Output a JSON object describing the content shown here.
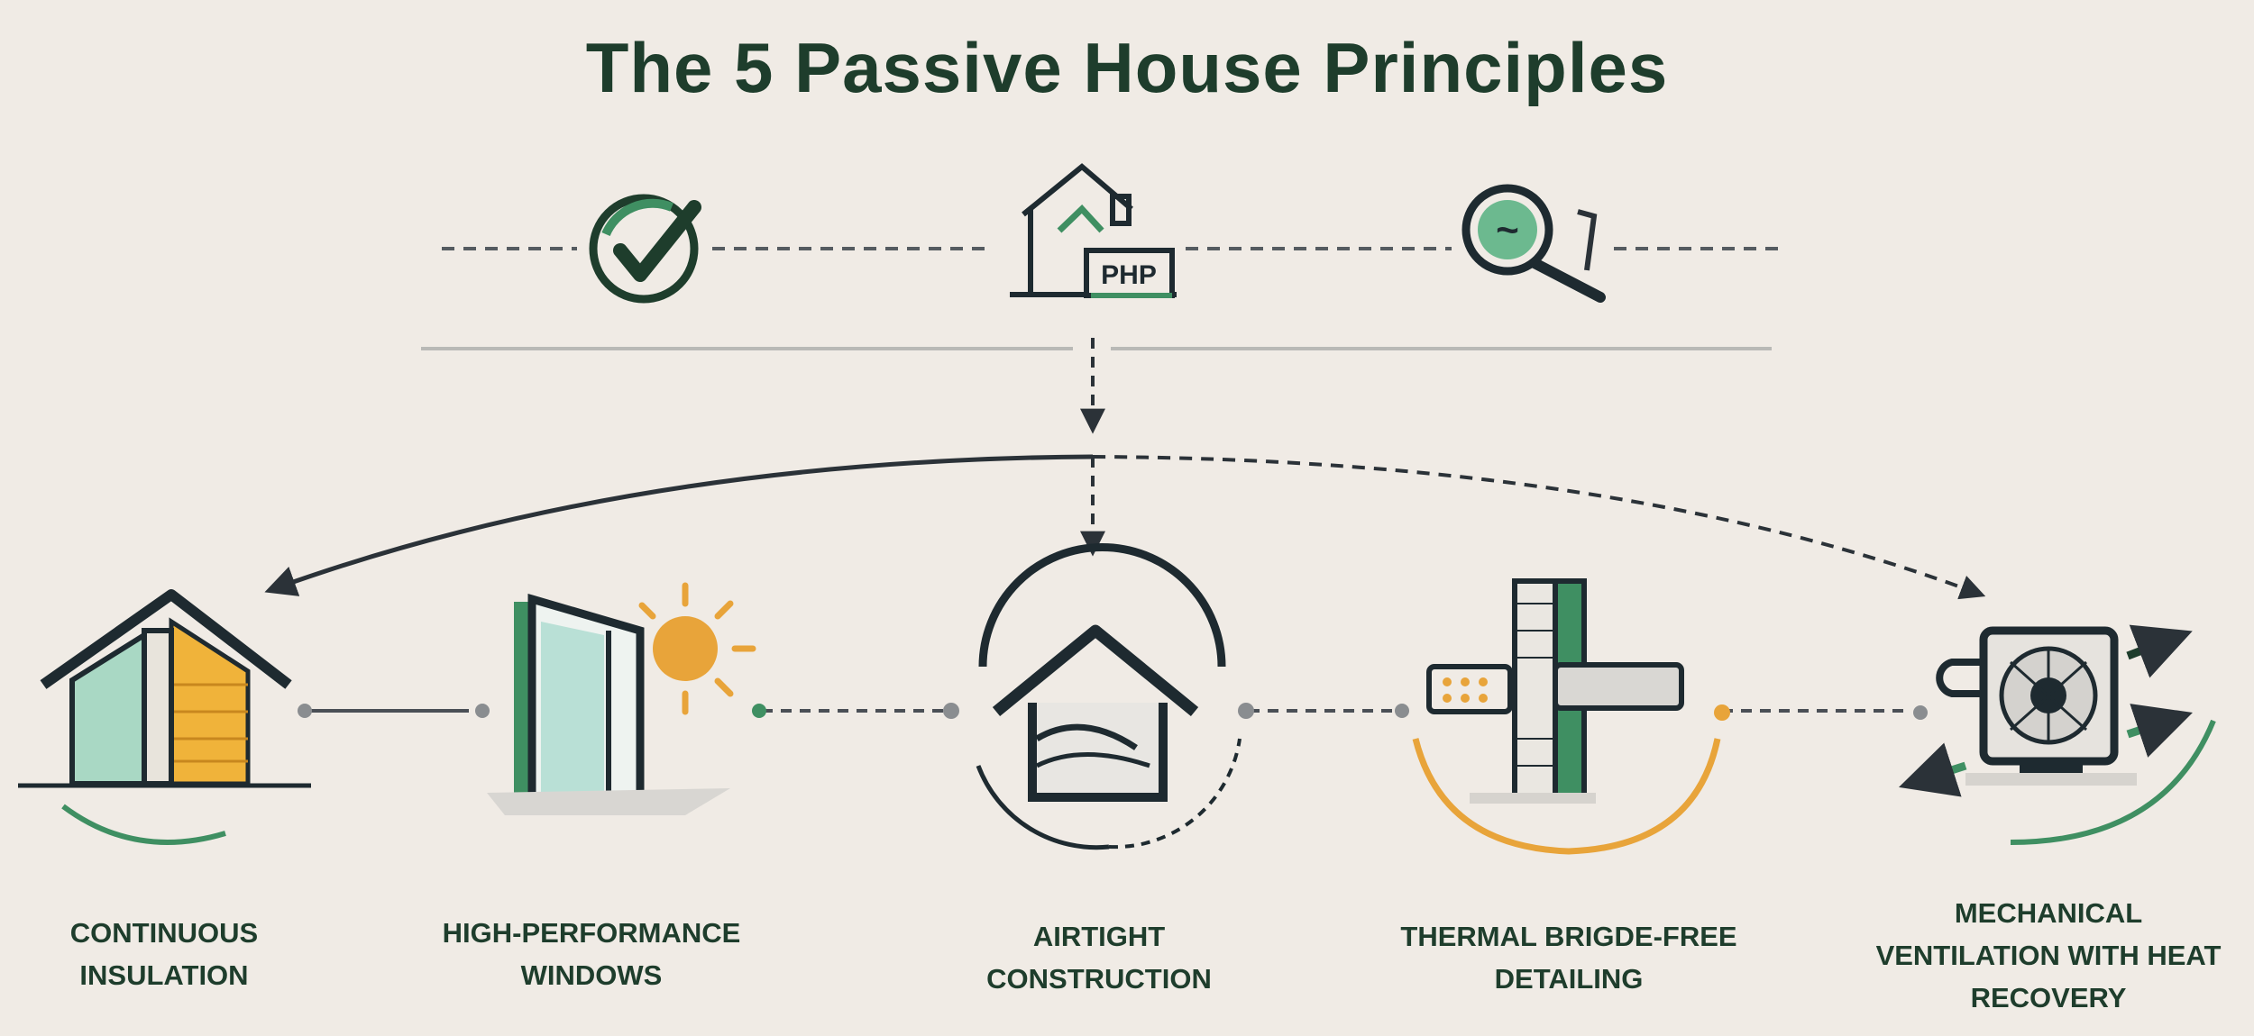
{
  "title": "The 5 Passive House Principles",
  "header_icons": [
    {
      "icon": "checkmark-circle-icon"
    },
    {
      "icon": "php-house-icon",
      "badge": "PHP"
    },
    {
      "icon": "magnifier-icon",
      "glyph": "~"
    }
  ],
  "principles": [
    {
      "icon": "insulated-house-icon",
      "line1": "CONTINUOUS",
      "line2": "INSULATION"
    },
    {
      "icon": "window-sun-icon",
      "line1": "HIGH-PERFORMANCE",
      "line2": "WINDOWS"
    },
    {
      "icon": "airtight-house-icon",
      "line1": "AIRTIGHT",
      "line2": "CONSTRUCTION"
    },
    {
      "icon": "thermal-bridge-icon",
      "line1": "THERMAL BRIGDE-FREE",
      "line2": "DETAILING"
    },
    {
      "icon": "ventilation-unit-icon",
      "line1": "MECHANICAL",
      "line2": "VENTILATION WITH HEAT",
      "line3": "RECOVERY"
    }
  ],
  "colors": {
    "dark": "#1e3d2c",
    "green": "#3f8f62",
    "mint": "#7cc3a0",
    "orange": "#e8a43a",
    "background": "#f0ebe5",
    "line": "#4a4f55"
  }
}
